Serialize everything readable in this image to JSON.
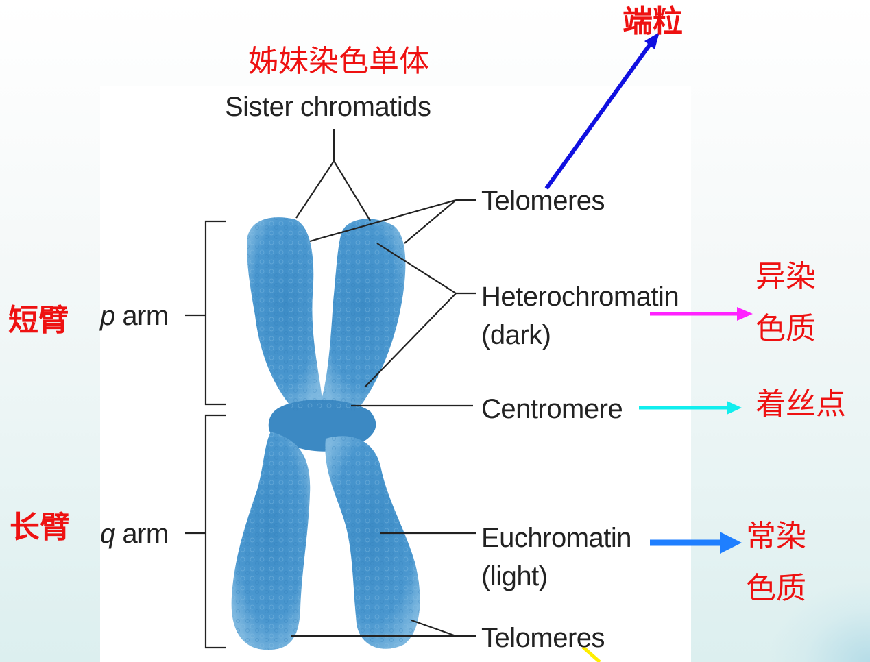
{
  "labels_en": {
    "sister_chromatids": "Sister chromatids",
    "telomeres_top": "Telomeres",
    "heterochromatin": "Heterochromatin",
    "heterochromatin_note": "(dark)",
    "centromere": "Centromere",
    "euchromatin": "Euchromatin",
    "euchromatin_note": "(light)",
    "telomeres_bottom": "Telomeres",
    "p_letter": "p",
    "p_arm": " arm",
    "q_letter": "q",
    "q_arm": " arm"
  },
  "labels_zh": {
    "telomere": "端粒",
    "sister_chromatids": "姊妹染色单体",
    "heterochromatin": "异染色质",
    "centromere": "着丝点",
    "euchromatin": "常染色质",
    "short_arm": "短臂",
    "long_arm": "长臂"
  },
  "colors": {
    "zh_text": "#ee1111",
    "chromosome": "#3f8fc8",
    "arrow_telomere": "#1010e0",
    "arrow_heterochromatin": "#ff22ff",
    "arrow_centromere": "#11eeee",
    "arrow_euchromatin": "#1f7fff",
    "arrow_bottom": "#ffee00"
  }
}
